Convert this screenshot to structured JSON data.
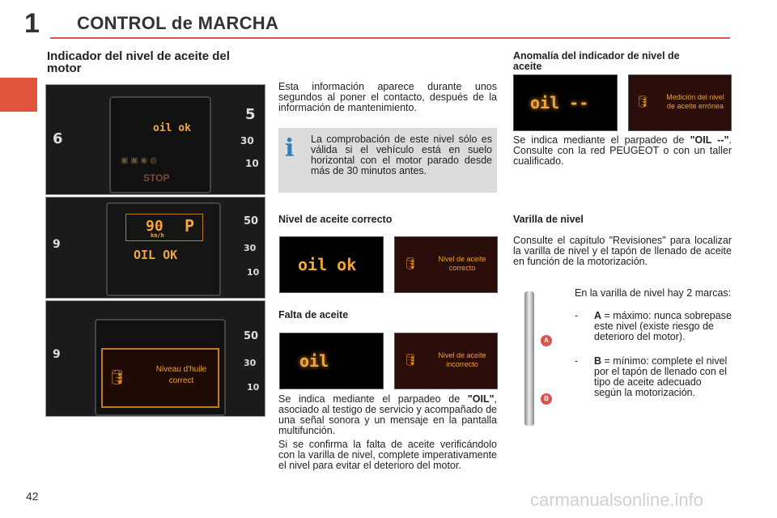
{
  "chapter": {
    "number": "1",
    "title": "CONTROL de MARCHA"
  },
  "left": {
    "heading_line1": "Indicador del nivel de aceite del",
    "heading_line2": "motor"
  },
  "intro": "Esta información aparece durante unos segundos al poner el contacto, después de la información de mantenimiento.",
  "info_box": "La comprobación de este nivel sólo es válida si el vehículo está en suelo horizontal con el motor parado desde más de 30 minutos antes.",
  "photos": {
    "p1": {
      "lcd": "oil ok",
      "stop": "STOP",
      "gauge_a": "6",
      "gauge_b": "5",
      "gauge_c": "30",
      "gauge_d": "10"
    },
    "p2": {
      "speed": "90",
      "unit": "km/h",
      "gear": "P",
      "lcd": "OIL OK",
      "gauge_a": "9",
      "gauge_b": "50",
      "gauge_c": "30",
      "gauge_d": "10"
    },
    "p3": {
      "msg_line1": "Niveau d'huile",
      "msg_line2": "correct",
      "gauge_a": "9",
      "gauge_b": "50",
      "gauge_c": "30",
      "gauge_d": "10"
    }
  },
  "correct": {
    "heading": "Nivel de aceite correcto",
    "lcd": "oil ok",
    "msg_line1": "Nivel de aceite",
    "msg_line2": "correcto"
  },
  "low": {
    "heading": "Falta de aceite",
    "lcd": "oil",
    "msg_line1": "Nivel de aceite",
    "msg_line2": "incorrecto",
    "p1_pre": "Se indica mediante el parpadeo de ",
    "p1_bold": "\"OIL\"",
    "p1_post": ", asociado al testigo de servicio y acompañado de una señal sonora y un mensaje en la pantalla multifunción.",
    "p2": "Si se confirma la falta de aceite verificándolo con la varilla de nivel, complete imperativamente el nivel para evitar el deterioro del motor."
  },
  "anomaly": {
    "heading_line1": "Anomalía del indicador de nivel de",
    "heading_line2": "aceite",
    "lcd": "oil --",
    "msg_line1": "Medición del nivel",
    "msg_line2": "de aceite errónea",
    "text_pre": "Se indica mediante el parpadeo de ",
    "text_bold": "\"OIL --\"",
    "text_post": ". Consulte con la red PEUGEOT o con un taller cualificado."
  },
  "dipstick": {
    "heading": "Varilla de nivel",
    "text": "Consulte el capítulo \"Revisiones\" para localizar la varilla de nivel y el tapón de llenado de aceite en función de la motorización.",
    "intro": "En la varilla de nivel hay 2 marcas:",
    "dash": "-",
    "a_label": "A",
    "a_text": "= máximo: nunca sobrepase este nivel (existe riesgo de deterioro del motor).",
    "b_label": "B",
    "b_text": "= mínimo: complete el nivel por el tapón de llenado con el tipo de aceite adecuado según la motorización.",
    "mark_a": "A",
    "mark_b": "B"
  },
  "page_number": "42",
  "watermark": "carmanualsonline.info"
}
